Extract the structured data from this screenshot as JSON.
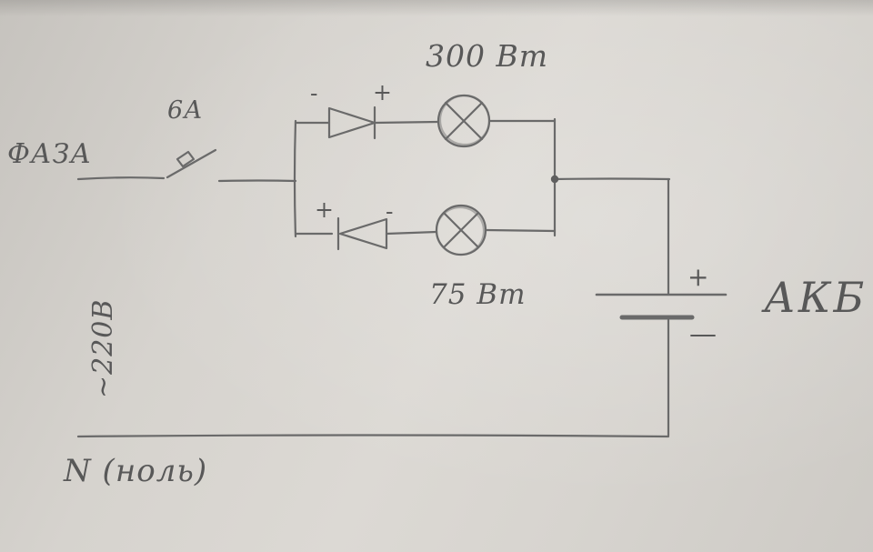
{
  "diagram": {
    "phase_label": "ФАЗА",
    "fuse_rating": "6А",
    "top_lamp_power": "300 Вт",
    "bottom_lamp_power": "75 Вт",
    "battery_label": "АКБ",
    "mains_voltage": "~220В",
    "neutral_label": "N (ноль)",
    "top_diode_left_sign": "-",
    "top_diode_right_sign": "+",
    "bottom_diode_left_sign": "+",
    "bottom_diode_right_sign": "-",
    "battery_plus_sign": "+",
    "battery_minus_sign": "—",
    "colors": {
      "paper": "#d6d3ce",
      "pencil": "#686868"
    }
  }
}
